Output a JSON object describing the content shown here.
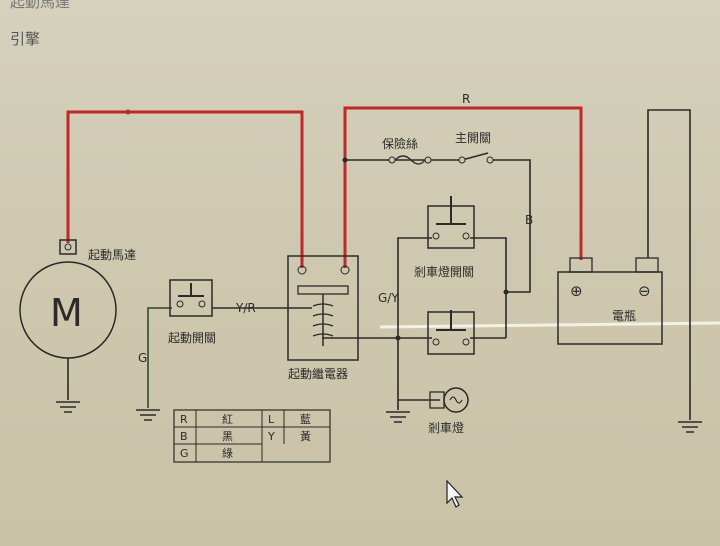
{
  "header": {
    "title": "起動馬達",
    "subtitle": "引擎"
  },
  "diagram": {
    "motor_symbol": "M",
    "motor_label": "起動馬達",
    "start_switch_label": "起動開關",
    "relay_label": "起動繼電器",
    "fuse_label": "保險絲",
    "main_switch_label": "主開關",
    "brake_switch_label": "剎車燈開關",
    "brake_light_label": "剎車燈",
    "battery_label": "電瓶",
    "battery_plus": "⊕",
    "battery_minus": "⊖",
    "wire_r": "R",
    "wire_b": "B",
    "wire_g": "G",
    "wire_yr": "Y/R",
    "wire_gy": "G/Y"
  },
  "legend": {
    "rows": [
      [
        "R",
        "紅",
        "L",
        "藍"
      ],
      [
        "B",
        "黑",
        "Y",
        "黃"
      ],
      [
        "G",
        "綠",
        "",
        ""
      ]
    ]
  },
  "colors": {
    "red_wire": "#c0282a",
    "black_wire": "#2a2a2a"
  },
  "icons": {
    "cursor": "mouse-cursor-icon"
  }
}
